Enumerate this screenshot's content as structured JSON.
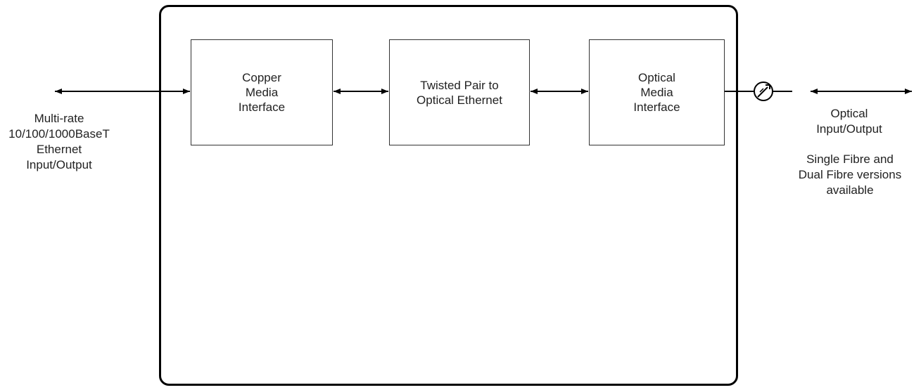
{
  "blocks": {
    "copper": "Copper\nMedia\nInterface",
    "twisted_pair": "Twisted Pair to\nOptical Ethernet",
    "optical": "Optical\nMedia\nInterface"
  },
  "labels": {
    "left_io": "Multi-rate\n10/100/1000BaseT\nEthernet\nInput/Output",
    "right_io": "Optical\nInput/Output",
    "right_versions": "Single Fibre and\nDual Fibre versions\navailable"
  },
  "icons": {
    "optical_connector": "fibre-connector-icon"
  },
  "colors": {
    "line": "#000000",
    "frame": "#000000",
    "background": "#ffffff"
  }
}
